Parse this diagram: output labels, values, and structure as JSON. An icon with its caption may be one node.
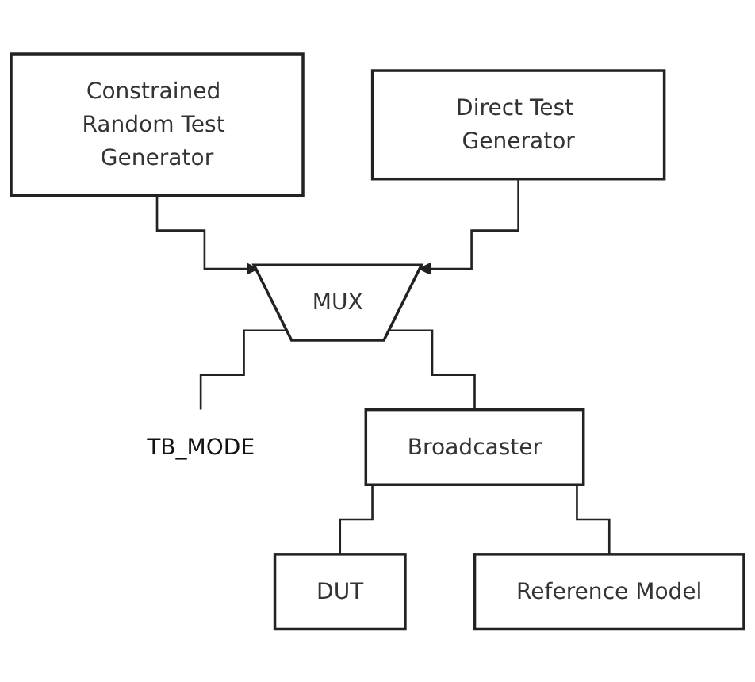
{
  "diagram": {
    "nodes": [
      {
        "text": [
          "Constrained Random Test Generator"
        ]
      },
      {
        "text": [
          "Direct Test Generator"
        ]
      },
      {
        "text": [
          "MUX"
        ]
      },
      {
        "text": [
          "TB_MODE"
        ]
      },
      {
        "text": [
          "Broadcaster"
        ]
      },
      {
        "text": [
          "DUT"
        ]
      },
      {
        "text": [
          "Reference Model"
        ]
      }
    ],
    "edges": [
      {
        "from": 0,
        "to": 2,
        "arrow": "to"
      },
      {
        "from": 1,
        "to": 2,
        "arrow": "to"
      },
      {
        "from": 2,
        "to": 3,
        "arrow": "none"
      },
      {
        "from": 2,
        "to": 4,
        "arrow": "none"
      },
      {
        "from": 4,
        "to": 5,
        "arrow": "none"
      },
      {
        "from": 4,
        "to": 6,
        "arrow": "none"
      }
    ]
  }
}
